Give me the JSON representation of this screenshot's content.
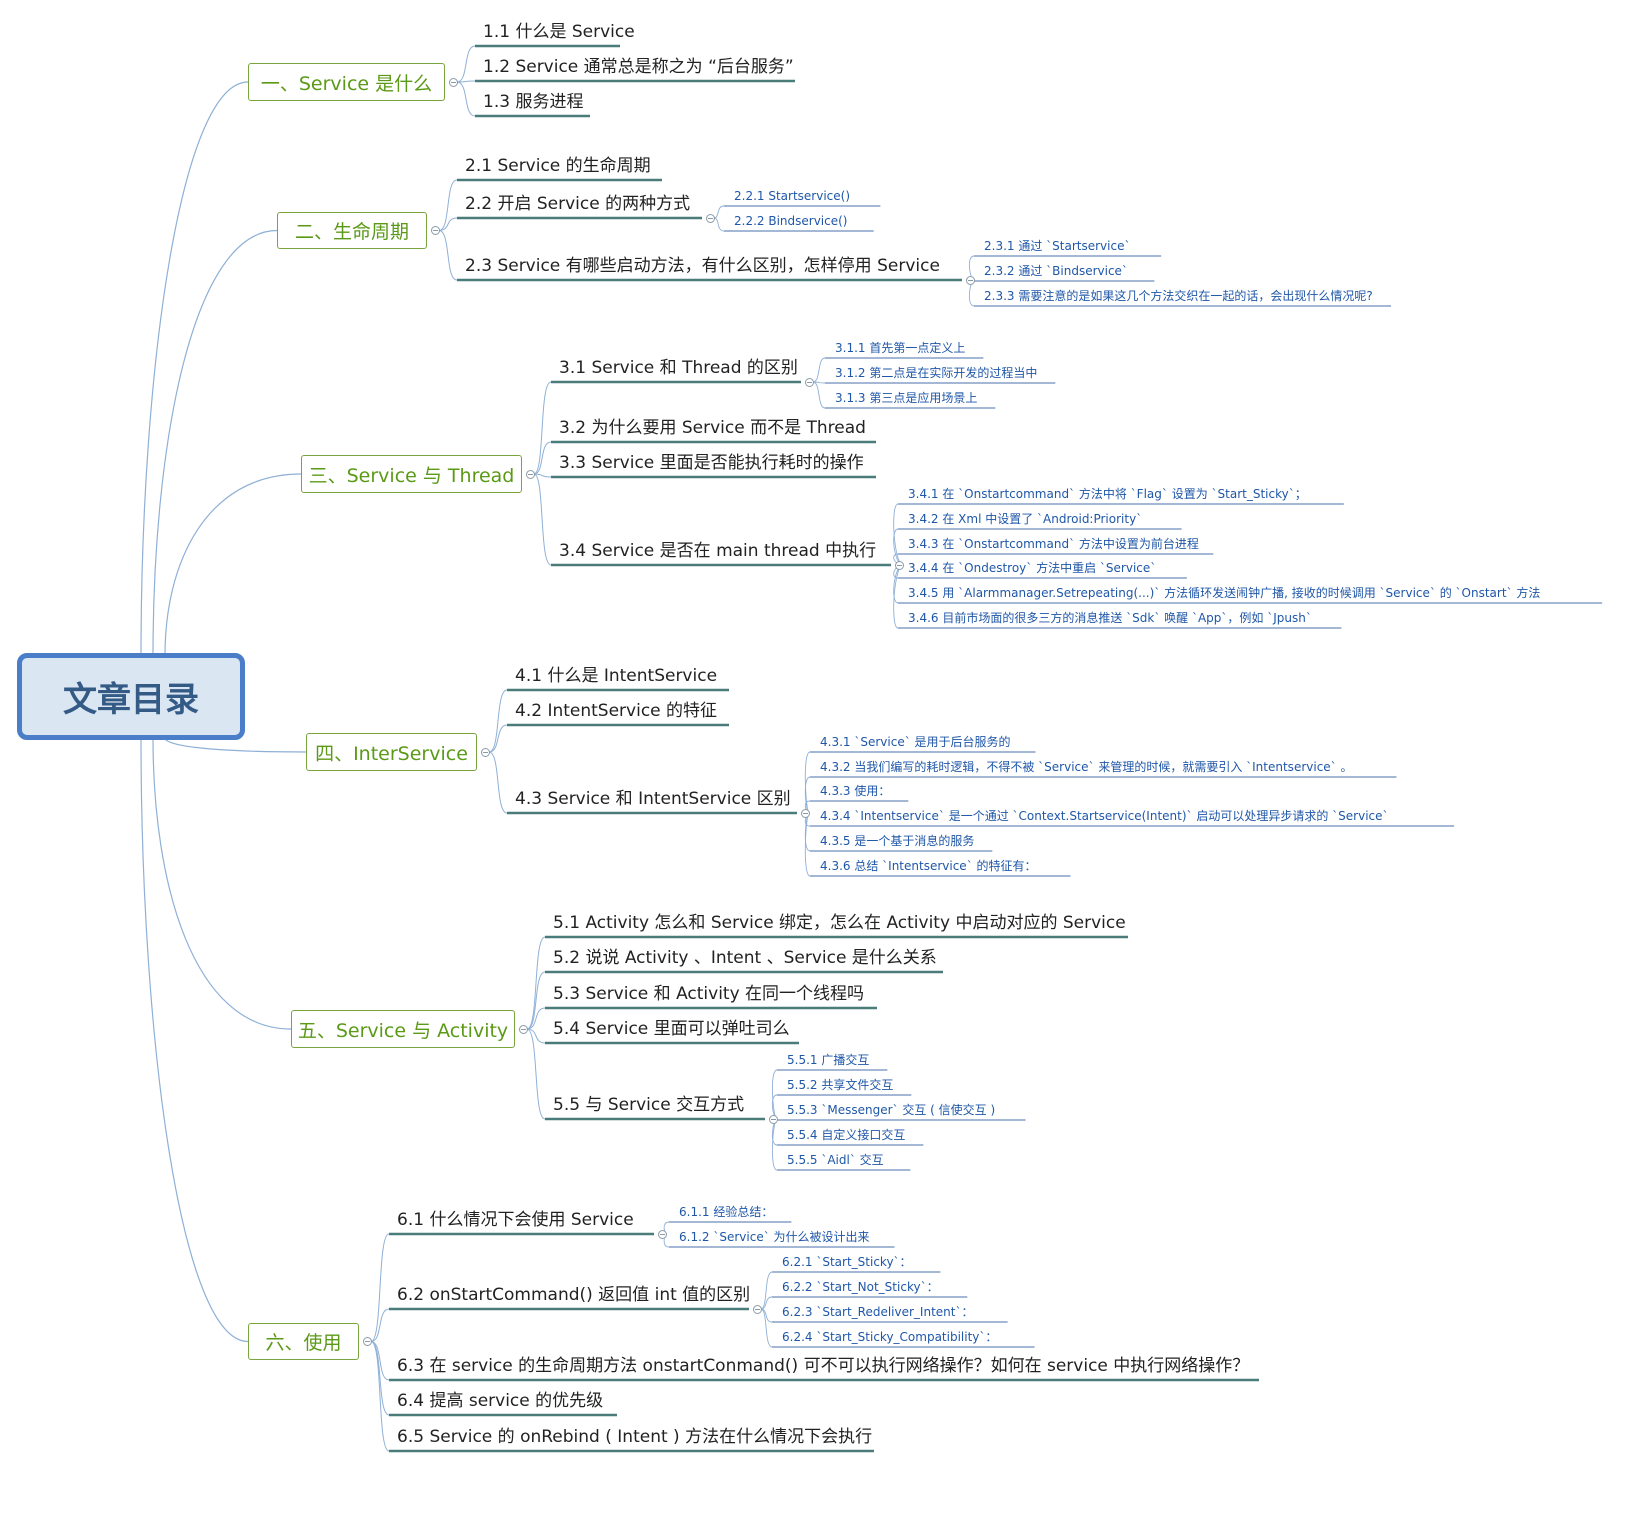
{
  "root": {
    "label": "文章目录"
  },
  "sections": [
    {
      "label": "一、Service 是什么",
      "children": [
        {
          "label": "1.1 什么是 Service",
          "children": []
        },
        {
          "label": "1.2 Service 通常总是称之为 “后台服务”",
          "children": []
        },
        {
          "label": "1.3 服务进程",
          "children": []
        }
      ]
    },
    {
      "label": "二、生命周期",
      "children": [
        {
          "label": "2.1 Service 的生命周期",
          "children": []
        },
        {
          "label": "2.2 开启 Service 的两种方式",
          "children": [
            "2.2.1 Startservice()",
            "2.2.2 Bindservice()"
          ]
        },
        {
          "label": "2.3 Service 有哪些启动方法，有什么区别，怎样停用 Service",
          "children": [
            "2.3.1 通过 `Startservice`",
            "2.3.2 通过 `Bindservice`",
            "2.3.3 需要注意的是如果这几个方法交织在一起的话，会出现什么情况呢?"
          ]
        }
      ]
    },
    {
      "label": "三、Service 与 Thread",
      "children": [
        {
          "label": "3.1 Service 和 Thread 的区别",
          "children": [
            "3.1.1 首先第一点定义上",
            "3.1.2 第二点是在实际开发的过程当中",
            "3.1.3 第三点是应用场景上"
          ]
        },
        {
          "label": "3.2 为什么要用 Service 而不是 Thread",
          "children": []
        },
        {
          "label": "3.3 Service 里面是否能执行耗时的操作",
          "children": []
        },
        {
          "label": "3.4 Service 是否在 main thread 中执行",
          "children": [
            "3.4.1 在 `Onstartcommand` 方法中将 `Flag` 设置为 `Start_Sticky`；",
            "3.4.2 在 Xml 中设置了 `Android:Priority`",
            "3.4.3 在 `Onstartcommand` 方法中设置为前台进程",
            "3.4.4 在 `Ondestroy` 方法中重启 `Service`",
            "3.4.5 用 `Alarmmanager.Setrepeating(...)` 方法循环发送闹钟广播, 接收的时候调用 `Service` 的 `Onstart` 方法",
            "3.4.6 目前市场面的很多三方的消息推送 `Sdk` 唤醒 `App`，例如 `Jpush`"
          ]
        }
      ]
    },
    {
      "label": "四、InterService",
      "children": [
        {
          "label": "4.1 什么是 IntentService",
          "children": []
        },
        {
          "label": "4.2 IntentService 的特征",
          "children": []
        },
        {
          "label": "4.3 Service 和 IntentService 区别",
          "children": [
            "4.3.1 `Service` 是用于后台服务的",
            "4.3.2 当我们编写的耗时逻辑，不得不被 `Service` 来管理的时候，就需要引入 `Intentservice` 。",
            "4.3.3 使用：",
            "4.3.4 `Intentservice` 是一个通过 `Context.Startservice(Intent)` 启动可以处理异步请求的 `Service`",
            "4.3.5 是一个基于消息的服务",
            "4.3.6 总结 `Intentservice` 的特征有："
          ]
        }
      ]
    },
    {
      "label": "五、Service 与 Activity",
      "children": [
        {
          "label": "5.1 Activity 怎么和 Service 绑定，怎么在 Activity 中启动对应的 Service",
          "children": []
        },
        {
          "label": "5.2 说说 Activity 、Intent 、Service 是什么关系",
          "children": []
        },
        {
          "label": "5.3 Service 和 Activity 在同一个线程吗",
          "children": []
        },
        {
          "label": "5.4 Service 里面可以弹吐司么",
          "children": []
        },
        {
          "label": "5.5 与 Service 交互方式",
          "children": [
            "5.5.1 广播交互",
            "5.5.2 共享文件交互",
            "5.5.3 `Messenger` 交互 ( 信使交互 )",
            "5.5.4 自定义接口交互",
            "5.5.5 `Aidl` 交互"
          ]
        }
      ]
    },
    {
      "label": "六、使用",
      "children": [
        {
          "label": "6.1 什么情况下会使用 Service",
          "children": [
            "6.1.1 经验总结：",
            "6.1.2 `Service` 为什么被设计出来"
          ]
        },
        {
          "label": "6.2 onStartCommand() 返回值 int 值的区别",
          "children": [
            "6.2.1 `Start_Sticky`：",
            "6.2.2 `Start_Not_Sticky`：",
            "6.2.3 `Start_Redeliver_Intent`：",
            "6.2.4 `Start_Sticky_Compatibility`："
          ]
        },
        {
          "label": "6.3 在 service 的生命周期方法 onstartConmand() 可不可以执行网络操作？如何在 service 中执行网络操作？",
          "children": []
        },
        {
          "label": "6.4 提高 service 的优先级",
          "children": []
        },
        {
          "label": "6.5 Service 的 onRebind ( Intent ) 方法在什么情况下会执行",
          "children": []
        }
      ]
    }
  ],
  "colors": {
    "root_border": "#4a7ec8",
    "root_fill": "#dbe6f3",
    "root_text": "#345a86",
    "section_border": "#7aa43e",
    "section_text": "#5b9a16",
    "link_root": "#8fb0d6",
    "underline_l2": "#4a7d7a",
    "link_l2": "#8fb0d6",
    "underline_l3": "#4a6fa8"
  }
}
